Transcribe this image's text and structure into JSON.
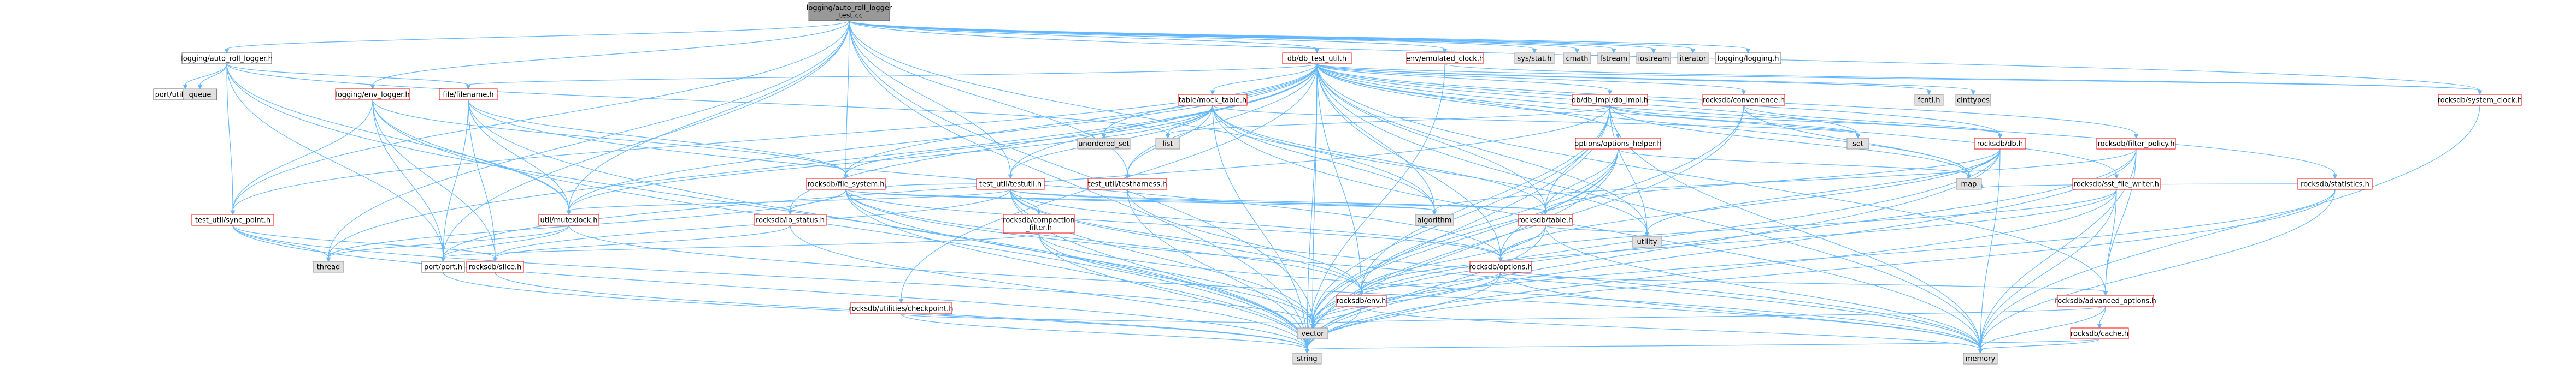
{
  "nodes": [
    {
      "id": "root",
      "label": [
        "logging/auto_roll_logger",
        "_test.cc"
      ],
      "kind": "root"
    },
    {
      "id": "logging_auto_roll_logger_h",
      "label": [
        "logging/auto_roll_logger.h"
      ],
      "kind": "plain"
    },
    {
      "id": "port_util_logger_h",
      "label": [
        "port/util_logger.h"
      ],
      "kind": "plain"
    },
    {
      "id": "queue",
      "label": [
        "queue"
      ],
      "kind": "sys"
    },
    {
      "id": "file_filename_h",
      "label": [
        "file/filename.h"
      ],
      "kind": "local"
    },
    {
      "id": "logging_env_logger_h",
      "label": [
        "logging/env_logger.h"
      ],
      "kind": "local"
    },
    {
      "id": "test_util_sync_point_h",
      "label": [
        "test_util/sync_point.h"
      ],
      "kind": "local"
    },
    {
      "id": "thread",
      "label": [
        "thread"
      ],
      "kind": "sys"
    },
    {
      "id": "port_port_h",
      "label": [
        "port/port.h"
      ],
      "kind": "plain"
    },
    {
      "id": "rocksdb_slice_h",
      "label": [
        "rocksdb/slice.h"
      ],
      "kind": "local"
    },
    {
      "id": "util_mutexlock_h",
      "label": [
        "util/mutexlock.h"
      ],
      "kind": "local"
    },
    {
      "id": "rocksdb_file_system_h",
      "label": [
        "rocksdb/file_system.h"
      ],
      "kind": "local"
    },
    {
      "id": "rocksdb_io_status_h",
      "label": [
        "rocksdb/io_status.h"
      ],
      "kind": "local"
    },
    {
      "id": "rocksdb_utilities_checkpoint_h",
      "label": [
        "rocksdb/utilities/checkpoint.h"
      ],
      "kind": "local"
    },
    {
      "id": "table_mock_table_h",
      "label": [
        "table/mock_table.h"
      ],
      "kind": "local"
    },
    {
      "id": "unordered_set",
      "label": [
        "unordered_set"
      ],
      "kind": "sys"
    },
    {
      "id": "db_db_test_util_h",
      "label": [
        "db/db_test_util.h"
      ],
      "kind": "local"
    },
    {
      "id": "test_util_testutil_h",
      "label": [
        "test_util/testutil.h"
      ],
      "kind": "local"
    },
    {
      "id": "test_util_testharness_h",
      "label": [
        "test_util/testharness.h"
      ],
      "kind": "local"
    },
    {
      "id": "rocksdb_compaction_filter_h",
      "label": [
        "rocksdb/compaction",
        "_filter.h"
      ],
      "kind": "local"
    },
    {
      "id": "list",
      "label": [
        "list"
      ],
      "kind": "sys"
    },
    {
      "id": "env_emulated_clock_h",
      "label": [
        "env/emulated_clock.h"
      ],
      "kind": "local"
    },
    {
      "id": "db_db_impl_db_impl_h",
      "label": [
        "db/db_impl/db_impl.h"
      ],
      "kind": "local"
    },
    {
      "id": "options_options_helper_h",
      "label": [
        "options/options_helper.h"
      ],
      "kind": "local"
    },
    {
      "id": "rocksdb_table_h",
      "label": [
        "rocksdb/table.h"
      ],
      "kind": "local"
    },
    {
      "id": "rocksdb_options_h",
      "label": [
        "rocksdb/options.h"
      ],
      "kind": "local"
    },
    {
      "id": "rocksdb_env_h",
      "label": [
        "rocksdb/env.h"
      ],
      "kind": "local"
    },
    {
      "id": "vector",
      "label": [
        "vector"
      ],
      "kind": "sys"
    },
    {
      "id": "memory",
      "label": [
        "memory"
      ],
      "kind": "sys"
    },
    {
      "id": "string",
      "label": [
        "string"
      ],
      "kind": "sys"
    },
    {
      "id": "algorithm",
      "label": [
        "algorithm"
      ],
      "kind": "sys"
    },
    {
      "id": "utility",
      "label": [
        "utility"
      ],
      "kind": "sys"
    },
    {
      "id": "sys_stat_h",
      "label": [
        "sys/stat.h"
      ],
      "kind": "sys"
    },
    {
      "id": "cmath",
      "label": [
        "cmath"
      ],
      "kind": "sys"
    },
    {
      "id": "fstream",
      "label": [
        "fstream"
      ],
      "kind": "sys"
    },
    {
      "id": "iostream",
      "label": [
        "iostream"
      ],
      "kind": "sys"
    },
    {
      "id": "iterator",
      "label": [
        "iterator"
      ],
      "kind": "sys"
    },
    {
      "id": "logging_logging_h",
      "label": [
        "logging/logging.h"
      ],
      "kind": "plain"
    },
    {
      "id": "rocksdb_convenience_h",
      "label": [
        "rocksdb/convenience.h"
      ],
      "kind": "local"
    },
    {
      "id": "rocksdb_db_h",
      "label": [
        "rocksdb/db.h"
      ],
      "kind": "local"
    },
    {
      "id": "rocksdb_filter_policy_h",
      "label": [
        "rocksdb/filter_policy.h"
      ],
      "kind": "local"
    },
    {
      "id": "rocksdb_sst_file_writer_h",
      "label": [
        "rocksdb/sst_file_writer.h"
      ],
      "kind": "local"
    },
    {
      "id": "rocksdb_statistics_h",
      "label": [
        "rocksdb/statistics.h"
      ],
      "kind": "local"
    },
    {
      "id": "rocksdb_system_clock_h",
      "label": [
        "rocksdb/system_clock.h"
      ],
      "kind": "local"
    },
    {
      "id": "rocksdb_advanced_options_h",
      "label": [
        "rocksdb/advanced_options.h"
      ],
      "kind": "local"
    },
    {
      "id": "rocksdb_cache_h",
      "label": [
        "rocksdb/cache.h"
      ],
      "kind": "local"
    },
    {
      "id": "set",
      "label": [
        "set"
      ],
      "kind": "sys"
    },
    {
      "id": "map",
      "label": [
        "map"
      ],
      "kind": "sys"
    },
    {
      "id": "fcntl_h",
      "label": [
        "fcntl.h"
      ],
      "kind": "sys"
    },
    {
      "id": "cinttypes",
      "label": [
        "cinttypes"
      ],
      "kind": "sys"
    }
  ],
  "edges": [
    [
      "root",
      "logging_auto_roll_logger_h"
    ],
    [
      "root",
      "db_db_test_util_h"
    ],
    [
      "root",
      "env_emulated_clock_h"
    ],
    [
      "root",
      "sys_stat_h"
    ],
    [
      "root",
      "cmath"
    ],
    [
      "root",
      "fstream"
    ],
    [
      "root",
      "iostream"
    ],
    [
      "root",
      "iterator"
    ],
    [
      "root",
      "logging_logging_h"
    ],
    [
      "root",
      "rocksdb_system_clock_h"
    ],
    [
      "root",
      "string"
    ],
    [
      "root",
      "thread"
    ],
    [
      "root",
      "vector"
    ],
    [
      "root",
      "algorithm"
    ],
    [
      "root",
      "logging_env_logger_h"
    ],
    [
      "root",
      "port_port_h"
    ],
    [
      "root",
      "test_util_sync_point_h"
    ],
    [
      "root",
      "test_util_testharness_h"
    ],
    [
      "root",
      "test_util_testutil_h"
    ],
    [
      "root",
      "rocksdb_file_system_h"
    ],
    [
      "root",
      "util_mutexlock_h"
    ],
    [
      "logging_auto_roll_logger_h",
      "port_util_logger_h"
    ],
    [
      "logging_auto_roll_logger_h",
      "queue"
    ],
    [
      "logging_auto_roll_logger_h",
      "file_filename_h"
    ],
    [
      "logging_auto_roll_logger_h",
      "string"
    ],
    [
      "logging_auto_roll_logger_h",
      "list"
    ],
    [
      "logging_auto_roll_logger_h",
      "test_util_sync_point_h"
    ],
    [
      "logging_auto_roll_logger_h",
      "util_mutexlock_h"
    ],
    [
      "logging_auto_roll_logger_h",
      "port_port_h"
    ],
    [
      "file_filename_h",
      "port_port_h"
    ],
    [
      "file_filename_h",
      "rocksdb_slice_h"
    ],
    [
      "file_filename_h",
      "util_mutexlock_h"
    ],
    [
      "file_filename_h",
      "rocksdb_file_system_h"
    ],
    [
      "file_filename_h",
      "rocksdb_options_h"
    ],
    [
      "file_filename_h",
      "string"
    ],
    [
      "logging_env_logger_h",
      "test_util_sync_point_h"
    ],
    [
      "logging_env_logger_h",
      "rocksdb_file_system_h"
    ],
    [
      "logging_env_logger_h",
      "port_port_h"
    ],
    [
      "logging_env_logger_h",
      "rocksdb_slice_h"
    ],
    [
      "logging_env_logger_h",
      "util_mutexlock_h"
    ],
    [
      "logging_env_logger_h",
      "string"
    ],
    [
      "test_util_sync_point_h",
      "thread"
    ],
    [
      "test_util_sync_point_h",
      "rocksdb_slice_h"
    ],
    [
      "test_util_sync_point_h",
      "string"
    ],
    [
      "test_util_sync_point_h",
      "vector"
    ],
    [
      "port_port_h",
      "string"
    ],
    [
      "rocksdb_slice_h",
      "string"
    ],
    [
      "util_mutexlock_h",
      "port_port_h"
    ],
    [
      "util_mutexlock_h",
      "thread"
    ],
    [
      "util_mutexlock_h",
      "memory"
    ],
    [
      "rocksdb_file_system_h",
      "rocksdb_io_status_h"
    ],
    [
      "rocksdb_file_system_h",
      "rocksdb_env_h"
    ],
    [
      "rocksdb_file_system_h",
      "rocksdb_options_h"
    ],
    [
      "rocksdb_file_system_h",
      "rocksdb_table_h"
    ],
    [
      "rocksdb_file_system_h",
      "string"
    ],
    [
      "rocksdb_file_system_h",
      "vector"
    ],
    [
      "rocksdb_file_system_h",
      "memory"
    ],
    [
      "rocksdb_file_system_h",
      "thread"
    ],
    [
      "rocksdb_file_system_h",
      "algorithm"
    ],
    [
      "rocksdb_io_status_h",
      "rocksdb_slice_h"
    ],
    [
      "rocksdb_io_status_h",
      "string"
    ],
    [
      "db_db_test_util_h",
      "table_mock_table_h"
    ],
    [
      "db_db_test_util_h",
      "unordered_set"
    ],
    [
      "db_db_test_util_h",
      "rocksdb_utilities_checkpoint_h"
    ],
    [
      "db_db_test_util_h",
      "db_db_impl_db_impl_h"
    ],
    [
      "db_db_test_util_h",
      "options_options_helper_h"
    ],
    [
      "db_db_test_util_h",
      "rocksdb_convenience_h"
    ],
    [
      "db_db_test_util_h",
      "rocksdb_db_h"
    ],
    [
      "db_db_test_util_h",
      "rocksdb_filter_policy_h"
    ],
    [
      "db_db_test_util_h",
      "rocksdb_sst_file_writer_h"
    ],
    [
      "db_db_test_util_h",
      "rocksdb_statistics_h"
    ],
    [
      "db_db_test_util_h",
      "rocksdb_table_h"
    ],
    [
      "db_db_test_util_h",
      "rocksdb_options_h"
    ],
    [
      "db_db_test_util_h",
      "rocksdb_env_h"
    ],
    [
      "db_db_test_util_h",
      "rocksdb_advanced_options_h"
    ],
    [
      "db_db_test_util_h",
      "rocksdb_system_clock_h"
    ],
    [
      "db_db_test_util_h",
      "test_util_testutil_h"
    ],
    [
      "db_db_test_util_h",
      "test_util_testharness_h"
    ],
    [
      "db_db_test_util_h",
      "test_util_sync_point_h"
    ],
    [
      "db_db_test_util_h",
      "util_mutexlock_h"
    ],
    [
      "db_db_test_util_h",
      "fcntl_h"
    ],
    [
      "db_db_test_util_h",
      "cinttypes"
    ],
    [
      "db_db_test_util_h",
      "set"
    ],
    [
      "db_db_test_util_h",
      "map"
    ],
    [
      "db_db_test_util_h",
      "utility"
    ],
    [
      "db_db_test_util_h",
      "string"
    ],
    [
      "db_db_test_util_h",
      "vector"
    ],
    [
      "db_db_test_util_h",
      "memory"
    ],
    [
      "db_db_test_util_h",
      "thread"
    ],
    [
      "db_db_test_util_h",
      "algorithm"
    ],
    [
      "db_db_test_util_h",
      "rocksdb_file_system_h"
    ],
    [
      "db_db_test_util_h",
      "file_filename_h"
    ],
    [
      "db_db_test_util_h",
      "rocksdb_io_status_h"
    ],
    [
      "table_mock_table_h",
      "list"
    ],
    [
      "table_mock_table_h",
      "rocksdb_file_system_h"
    ],
    [
      "table_mock_table_h",
      "test_util_testutil_h"
    ],
    [
      "table_mock_table_h",
      "test_util_testharness_h"
    ],
    [
      "table_mock_table_h",
      "algorithm"
    ],
    [
      "table_mock_table_h",
      "util_mutexlock_h"
    ],
    [
      "table_mock_table_h",
      "rocksdb_table_h"
    ],
    [
      "table_mock_table_h",
      "string"
    ],
    [
      "table_mock_table_h",
      "utility"
    ],
    [
      "table_mock_table_h",
      "memory"
    ],
    [
      "table_mock_table_h",
      "set"
    ],
    [
      "test_util_testutil_h",
      "rocksdb_compaction_filter_h"
    ],
    [
      "test_util_testutil_h",
      "rocksdb_env_h"
    ],
    [
      "test_util_testutil_h",
      "rocksdb_file_system_h"
    ],
    [
      "test_util_testutil_h",
      "rocksdb_options_h"
    ],
    [
      "test_util_testutil_h",
      "rocksdb_table_h"
    ],
    [
      "test_util_testutil_h",
      "rocksdb_slice_h"
    ],
    [
      "test_util_testutil_h",
      "string"
    ],
    [
      "test_util_testutil_h",
      "vector"
    ],
    [
      "test_util_testutil_h",
      "algorithm"
    ],
    [
      "test_util_testutil_h",
      "util_mutexlock_h"
    ],
    [
      "test_util_testutil_h",
      "memory"
    ],
    [
      "test_util_testharness_h",
      "rocksdb_env_h"
    ],
    [
      "test_util_testharness_h",
      "string"
    ],
    [
      "rocksdb_compaction_filter_h",
      "string"
    ],
    [
      "rocksdb_compaction_filter_h",
      "vector"
    ],
    [
      "rocksdb_compaction_filter_h",
      "memory"
    ],
    [
      "rocksdb_compaction_filter_h",
      "port_port_h"
    ],
    [
      "rocksdb_utilities_checkpoint_h",
      "string"
    ],
    [
      "rocksdb_utilities_checkpoint_h",
      "vector"
    ],
    [
      "db_db_impl_db_impl_h",
      "list"
    ],
    [
      "db_db_impl_db_impl_h",
      "set"
    ],
    [
      "db_db_impl_db_impl_h",
      "map"
    ],
    [
      "db_db_impl_db_impl_h",
      "utility"
    ],
    [
      "db_db_impl_db_impl_h",
      "vector"
    ],
    [
      "db_db_impl_db_impl_h",
      "string"
    ],
    [
      "db_db_impl_db_impl_h",
      "memory"
    ],
    [
      "db_db_impl_db_impl_h",
      "rocksdb_db_h"
    ],
    [
      "db_db_impl_db_impl_h",
      "rocksdb_env_h"
    ],
    [
      "db_db_impl_db_impl_h",
      "rocksdb_table_h"
    ],
    [
      "db_db_impl_db_impl_h",
      "port_port_h"
    ],
    [
      "options_options_helper_h",
      "rocksdb_options_h"
    ],
    [
      "options_options_helper_h",
      "rocksdb_table_h"
    ],
    [
      "options_options_helper_h",
      "map"
    ],
    [
      "options_options_helper_h",
      "string"
    ],
    [
      "options_options_helper_h",
      "vector"
    ],
    [
      "options_options_helper_h",
      "rocksdb_env_h"
    ],
    [
      "rocksdb_table_h",
      "rocksdb_options_h"
    ],
    [
      "rocksdb_table_h",
      "rocksdb_env_h"
    ],
    [
      "rocksdb_table_h",
      "string"
    ],
    [
      "rocksdb_table_h",
      "memory"
    ],
    [
      "rocksdb_table_h",
      "utility"
    ],
    [
      "rocksdb_options_h",
      "rocksdb_advanced_options_h"
    ],
    [
      "rocksdb_options_h",
      "rocksdb_env_h"
    ],
    [
      "rocksdb_options_h",
      "vector"
    ],
    [
      "rocksdb_options_h",
      "string"
    ],
    [
      "rocksdb_options_h",
      "memory"
    ],
    [
      "rocksdb_env_h",
      "vector"
    ],
    [
      "rocksdb_env_h",
      "string"
    ],
    [
      "rocksdb_env_h",
      "memory"
    ],
    [
      "rocksdb_advanced_options_h",
      "rocksdb_cache_h"
    ],
    [
      "rocksdb_advanced_options_h",
      "vector"
    ],
    [
      "rocksdb_advanced_options_h",
      "memory"
    ],
    [
      "rocksdb_cache_h",
      "string"
    ],
    [
      "rocksdb_cache_h",
      "memory"
    ],
    [
      "rocksdb_convenience_h",
      "rocksdb_db_h"
    ],
    [
      "rocksdb_convenience_h",
      "map"
    ],
    [
      "rocksdb_convenience_h",
      "vector"
    ],
    [
      "rocksdb_convenience_h",
      "string"
    ],
    [
      "rocksdb_db_h",
      "rocksdb_options_h"
    ],
    [
      "rocksdb_db_h",
      "rocksdb_table_h"
    ],
    [
      "rocksdb_db_h",
      "map"
    ],
    [
      "rocksdb_db_h",
      "vector"
    ],
    [
      "rocksdb_db_h",
      "string"
    ],
    [
      "rocksdb_db_h",
      "memory"
    ],
    [
      "rocksdb_db_h",
      "utility"
    ],
    [
      "rocksdb_filter_policy_h",
      "rocksdb_advanced_options_h"
    ],
    [
      "rocksdb_filter_policy_h",
      "memory"
    ],
    [
      "rocksdb_filter_policy_h",
      "string"
    ],
    [
      "rocksdb_filter_policy_h",
      "vector"
    ],
    [
      "rocksdb_filter_policy_h",
      "algorithm"
    ],
    [
      "rocksdb_sst_file_writer_h",
      "rocksdb_options_h"
    ],
    [
      "rocksdb_sst_file_writer_h",
      "rocksdb_env_h"
    ],
    [
      "rocksdb_sst_file_writer_h",
      "rocksdb_advanced_options_h"
    ],
    [
      "rocksdb_sst_file_writer_h",
      "memory"
    ],
    [
      "rocksdb_sst_file_writer_h",
      "string"
    ],
    [
      "rocksdb_statistics_h",
      "map"
    ],
    [
      "rocksdb_statistics_h",
      "memory"
    ],
    [
      "rocksdb_statistics_h",
      "string"
    ],
    [
      "rocksdb_statistics_h",
      "vector"
    ],
    [
      "rocksdb_system_clock_h",
      "memory"
    ],
    [
      "env_emulated_clock_h",
      "rocksdb_system_clock_h"
    ],
    [
      "env_emulated_clock_h",
      "string"
    ]
  ]
}
